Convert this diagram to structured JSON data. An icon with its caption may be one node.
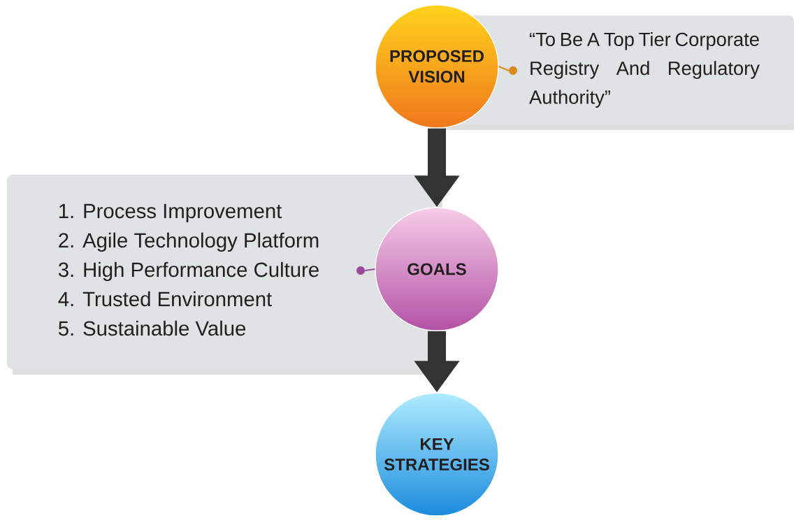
{
  "diagram": {
    "nodes": [
      {
        "text": [
          "PROPOSED VISION"
        ]
      },
      {
        "text": [],
        "shape": "circle"
      },
      {
        "text": [
          "“To Be A Top Tier Corporate Registry And Regulatory Authority”"
        ]
      },
      {
        "text": [
          "1. Process Improvement",
          "2. Agile Technology Platform",
          "3. High Performance Culture",
          "4. Trusted Environment",
          "5. Sustainable Value"
        ]
      },
      {
        "text": [],
        "shape": "circle"
      },
      {
        "text": [
          "GOALS"
        ]
      },
      {
        "text": [
          "KEY STRATEGIES"
        ]
      }
    ],
    "edges": [
      {
        "from": 0,
        "to": 1,
        "arrow": "none",
        "color": "#e08a1e"
      },
      {
        "from": 0,
        "to": 5,
        "arrow": "to",
        "style": "thick"
      },
      {
        "from": 5,
        "to": 4,
        "arrow": "none",
        "color": "#9b4a9b"
      },
      {
        "from": 5,
        "to": 6,
        "arrow": "to",
        "style": "thick"
      }
    ]
  }
}
